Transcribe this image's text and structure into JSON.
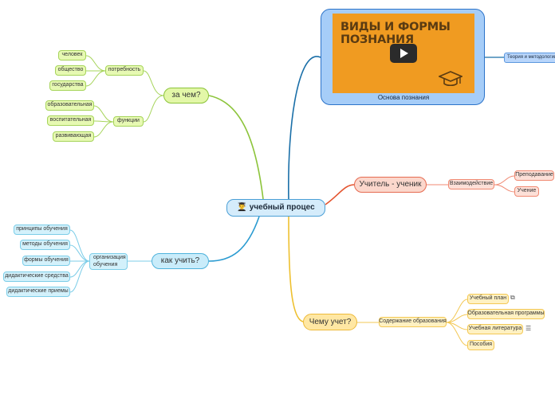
{
  "central": {
    "emoji": "👨‍🎓",
    "label": "учебный процес"
  },
  "green": {
    "main": "за чем?",
    "need": {
      "label": "потребность",
      "items": [
        "человек",
        "общество",
        "государства"
      ]
    },
    "func": {
      "label": "функции",
      "items": [
        "образовательная",
        "воспитательная",
        "развивающая"
      ]
    }
  },
  "blue": {
    "main": "как учить?",
    "org": "организация обучения",
    "items": [
      "принципы обучения",
      "методы обучения",
      "формы обучения",
      "дидактические средства",
      "дидактические приемы"
    ]
  },
  "red": {
    "main": "Учитель - ученик",
    "inter": "Взаимодействие",
    "items": [
      "Преподавание",
      "Учение"
    ]
  },
  "yellow": {
    "main": "Чему учет?",
    "content": "Содержание образования",
    "items": [
      "Учебный план",
      "Образовательная программы",
      "Учебная литература",
      "Пособия"
    ]
  },
  "video": {
    "title_line1": "ВИДЫ И ФОРМЫ",
    "title_line2": "ПОЗНАНИЯ",
    "caption": "Основа познания",
    "play_icon": "play-icon",
    "cap_icon": "graduation-cap-icon"
  },
  "theory": "Теория и методология",
  "colors": {
    "green_line": "#8cc43a",
    "blue_line": "#2a9bd1",
    "red_line": "#e4542f",
    "yellow_line": "#eec02f",
    "navy_line": "#1a6fa8"
  }
}
